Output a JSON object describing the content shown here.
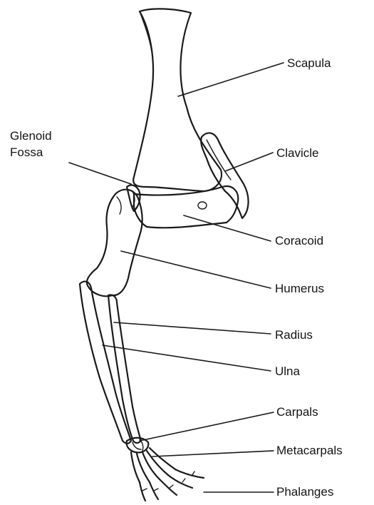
{
  "labels": {
    "scapula": "Scapula",
    "glenoid_fossa_line1": "Glenoid",
    "glenoid_fossa_line2": "Fossa",
    "clavicle": "Clavicle",
    "coracoid": "Coracoid",
    "humerus": "Humerus",
    "radius": "Radius",
    "ulna": "Ulna",
    "carpals": "Carpals",
    "metacarpals": "Metacarpals",
    "phalanges": "Phalanges"
  }
}
